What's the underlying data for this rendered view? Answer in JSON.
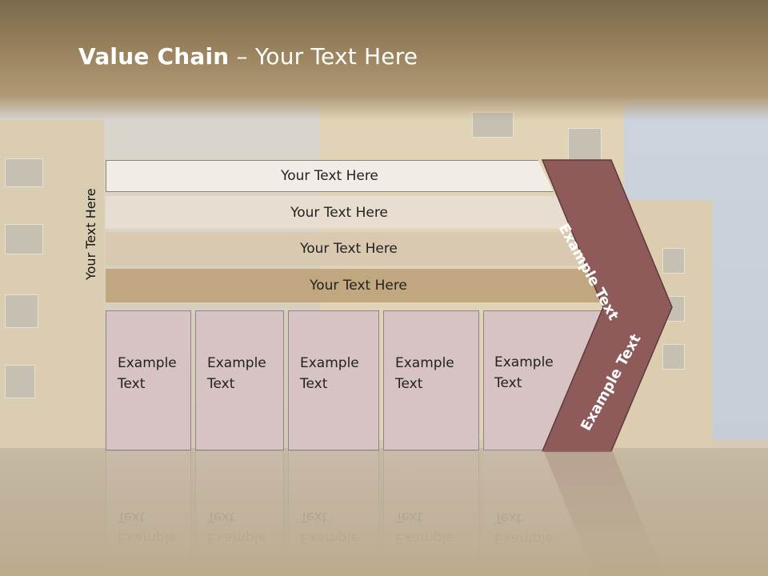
{
  "slide": {
    "title_bold": "Value Chain",
    "title_rest": " – Your Text Here",
    "side_label": "Your Text Here",
    "bars": [
      {
        "label": "Your Text Here"
      },
      {
        "label": "Your Text Here"
      },
      {
        "label": "Your Text Here"
      },
      {
        "label": "Your Text Here"
      }
    ],
    "boxes": [
      {
        "line1": "Example",
        "line2": "Text"
      },
      {
        "line1": "Example",
        "line2": "Text"
      },
      {
        "line1": "Example",
        "line2": "Text"
      },
      {
        "line1": "Example",
        "line2": "Text"
      },
      {
        "line1": "Example",
        "line2": "Text"
      }
    ],
    "chevron": {
      "upper_label": "Example Text",
      "lower_label": "Example Text"
    },
    "colors": {
      "title_band": "#9b845f",
      "chevron": "#8e5a5a",
      "box_fill": "#d7c2c4"
    }
  }
}
